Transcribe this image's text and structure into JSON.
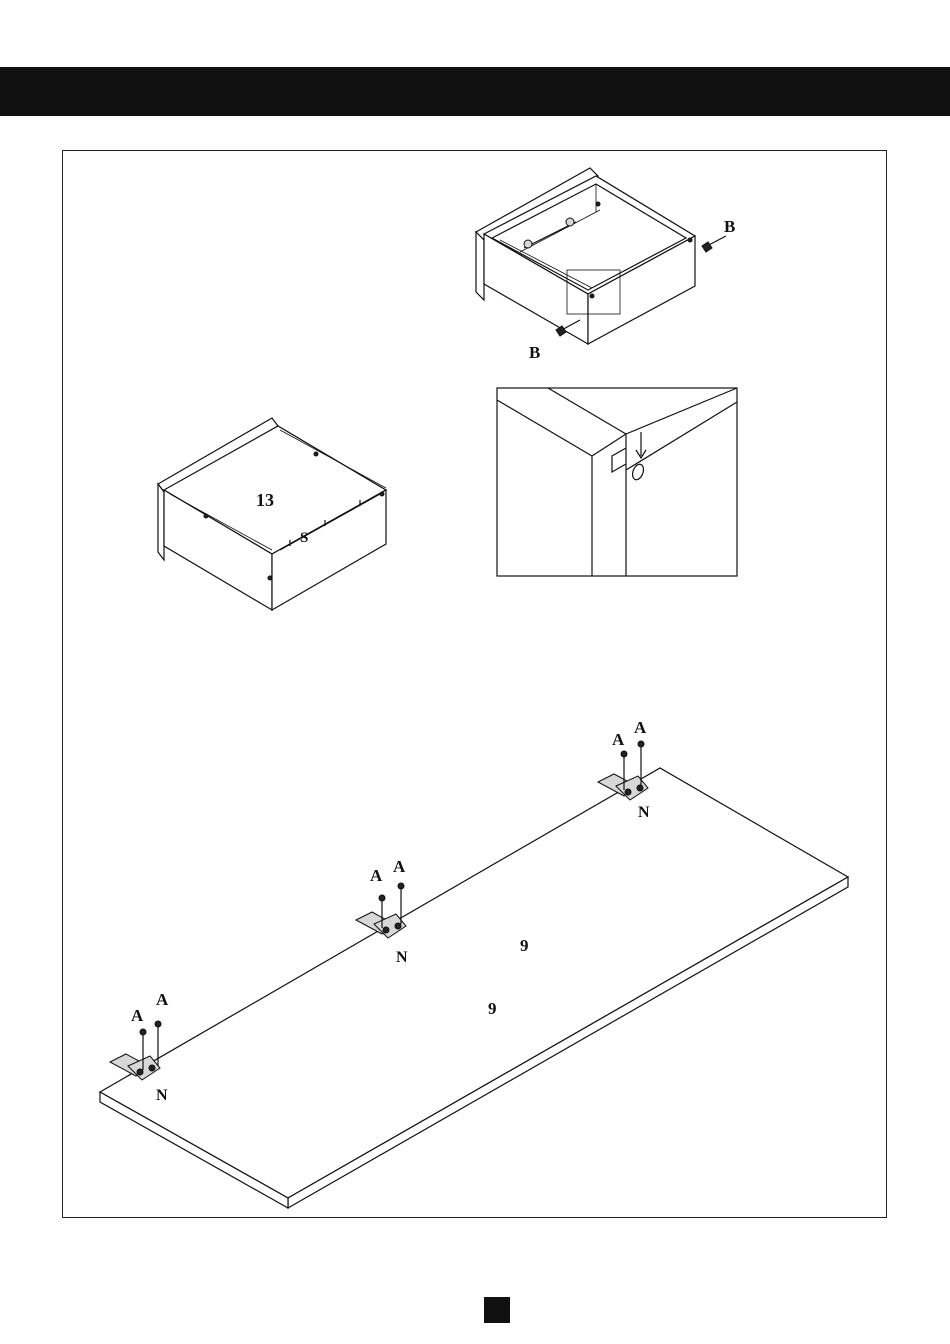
{
  "labels": {
    "screw_b": "B",
    "screw_a": "A",
    "hinge_n": "N",
    "panel_13": "13",
    "screw_s": "S",
    "panel_9": "9"
  }
}
